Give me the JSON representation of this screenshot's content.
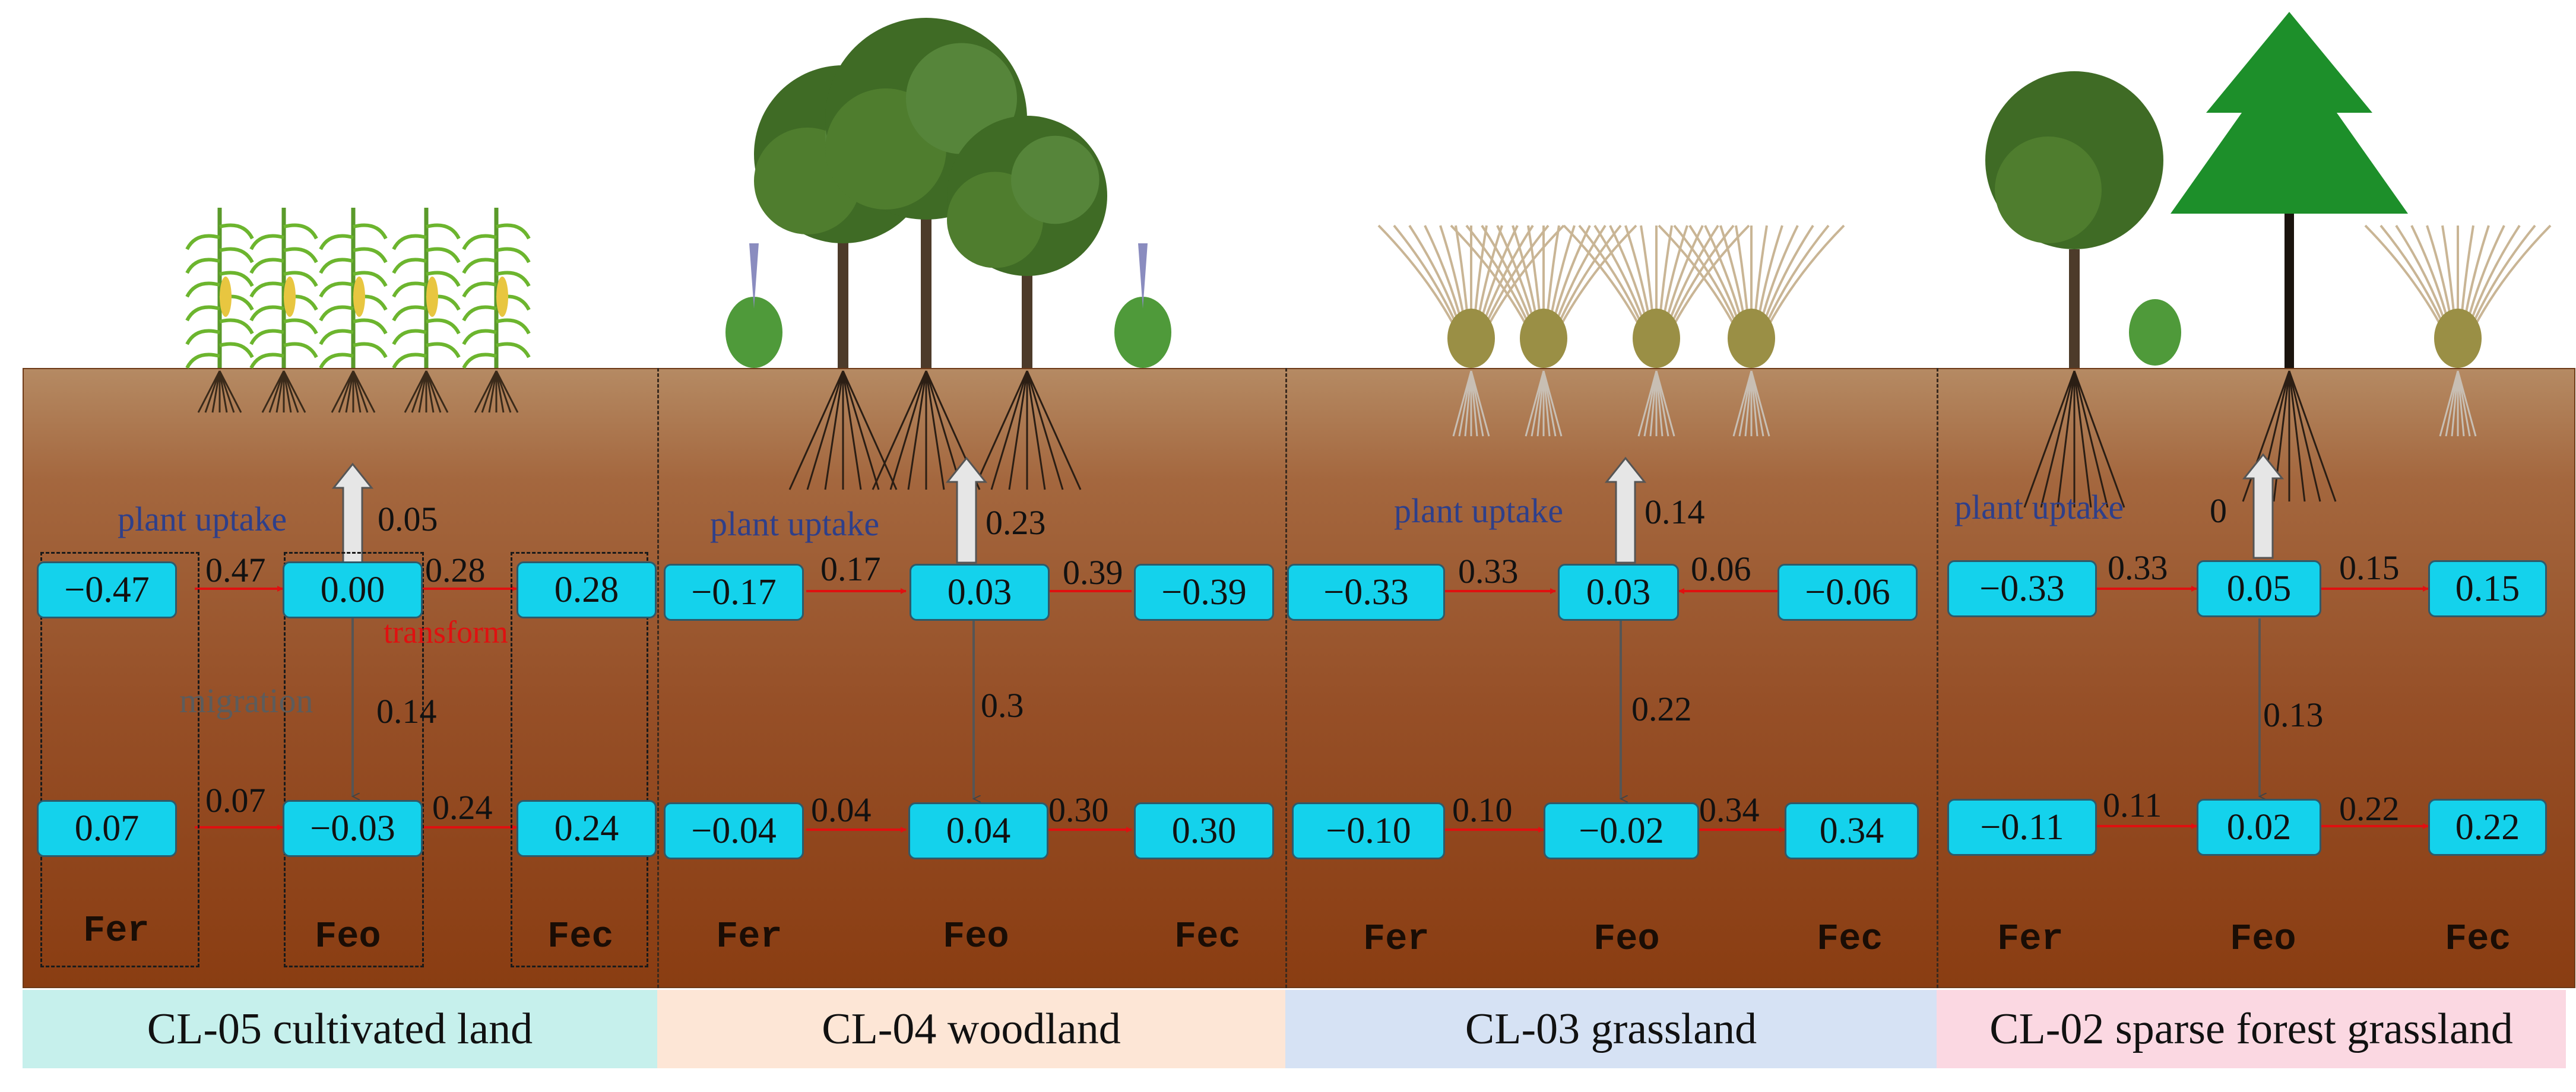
{
  "panels": [
    {
      "caption": "CL-05 cultivated land",
      "caption_color": "#c6f0ec",
      "vegetation": "maize-plants-icon",
      "nodes": {
        "upper_fer": "−0.47",
        "upper_feo": "0.00",
        "upper_fec": "0.28",
        "lower_fer": "0.07",
        "lower_feo": "−0.03",
        "lower_fec": "0.24"
      },
      "flows": {
        "upper_left": "0.47",
        "upper_right": "0.28",
        "lower_left": "0.07",
        "lower_right": "0.24",
        "uptake": "0.05",
        "migration": "0.14"
      },
      "columns": [
        "Fer",
        "Feo",
        "Fec"
      ],
      "uptake_label": "plant uptake",
      "transform_label": "transform",
      "migration_label": "migration"
    },
    {
      "caption": "CL-04 woodland",
      "caption_color": "#fde6d6",
      "vegetation": "broadleaf-trees-icon",
      "nodes": {
        "upper_fer": "−0.17",
        "upper_feo": "0.03",
        "upper_fec": "−0.39",
        "lower_fer": "−0.04",
        "lower_feo": "0.04",
        "lower_fec": "0.30"
      },
      "flows": {
        "upper_left": "0.17",
        "upper_right": "0.39",
        "lower_left": "0.04",
        "lower_right": "0.30",
        "uptake": "0.23",
        "migration": "0.3"
      },
      "columns": [
        "Fer",
        "Feo",
        "Fec"
      ],
      "uptake_label": "plant uptake"
    },
    {
      "caption": "CL-03 grassland",
      "caption_color": "#d6e2f4",
      "vegetation": "grass-tufts-icon",
      "nodes": {
        "upper_fer": "−0.33",
        "upper_feo": "0.03",
        "upper_fec": "−0.06",
        "lower_fer": "−0.10",
        "lower_feo": "−0.02",
        "lower_fec": "0.34"
      },
      "flows": {
        "upper_left": "0.33",
        "upper_right": "0.06",
        "lower_left": "0.10",
        "lower_right": "0.34",
        "uptake": "0.14",
        "migration": "0.22"
      },
      "columns": [
        "Fer",
        "Feo",
        "Fec"
      ],
      "uptake_label": "plant uptake"
    },
    {
      "caption": "CL-02 sparse forest grassland",
      "caption_color": "#fbd8e2",
      "vegetation": "trees-and-grass-icon",
      "nodes": {
        "upper_fer": "−0.33",
        "upper_feo": "0.05",
        "upper_fec": "0.15",
        "lower_fer": "−0.11",
        "lower_feo": "0.02",
        "lower_fec": "0.22"
      },
      "flows": {
        "upper_left": "0.33",
        "upper_right": "0.15",
        "lower_left": "0.11",
        "lower_right": "0.22",
        "uptake": "0",
        "migration": "0.13"
      },
      "columns": [
        "Fer",
        "Feo",
        "Fec"
      ],
      "uptake_label": "plant uptake"
    }
  ],
  "colors": {
    "node_fill": "#14d2ec",
    "flow_arrow": "#e01010",
    "migration_arrow": "#555555",
    "uptake_arrow": "#e6e6e6"
  }
}
